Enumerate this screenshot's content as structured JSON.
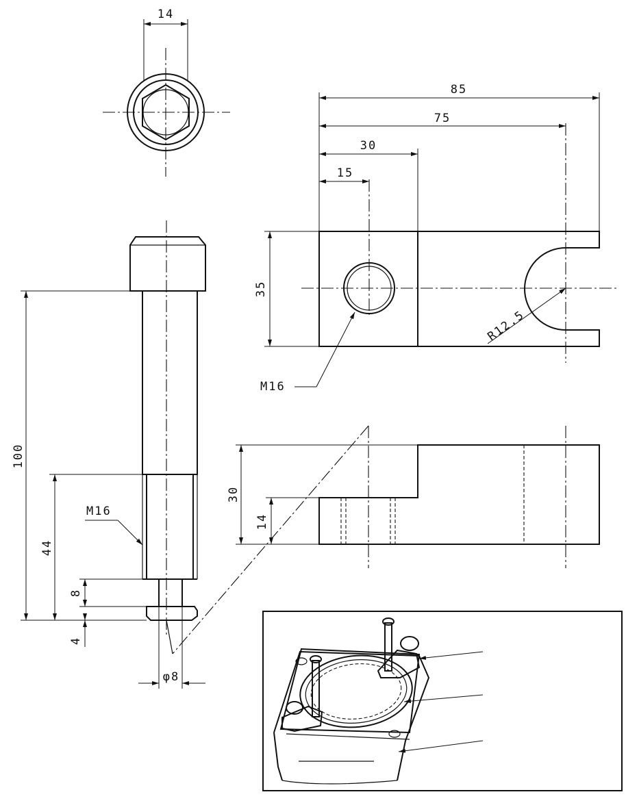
{
  "bolt_top_view": {
    "width_dim": "14"
  },
  "bolt_side_view": {
    "length_dim": "100",
    "thread_len_dim": "44",
    "thread_label": "M16",
    "step_dim": "8",
    "tip_dim": "4",
    "tip_diameter": "φ8"
  },
  "clamp_top_view": {
    "overall_len": "85",
    "slot_center": "75",
    "block_len": "30",
    "hole_center": "15",
    "height_dim": "35",
    "radius_dim": "R12.5",
    "hole_label": "M16"
  },
  "clamp_front_view": {
    "height_dim": "30",
    "step_dim": "14"
  }
}
